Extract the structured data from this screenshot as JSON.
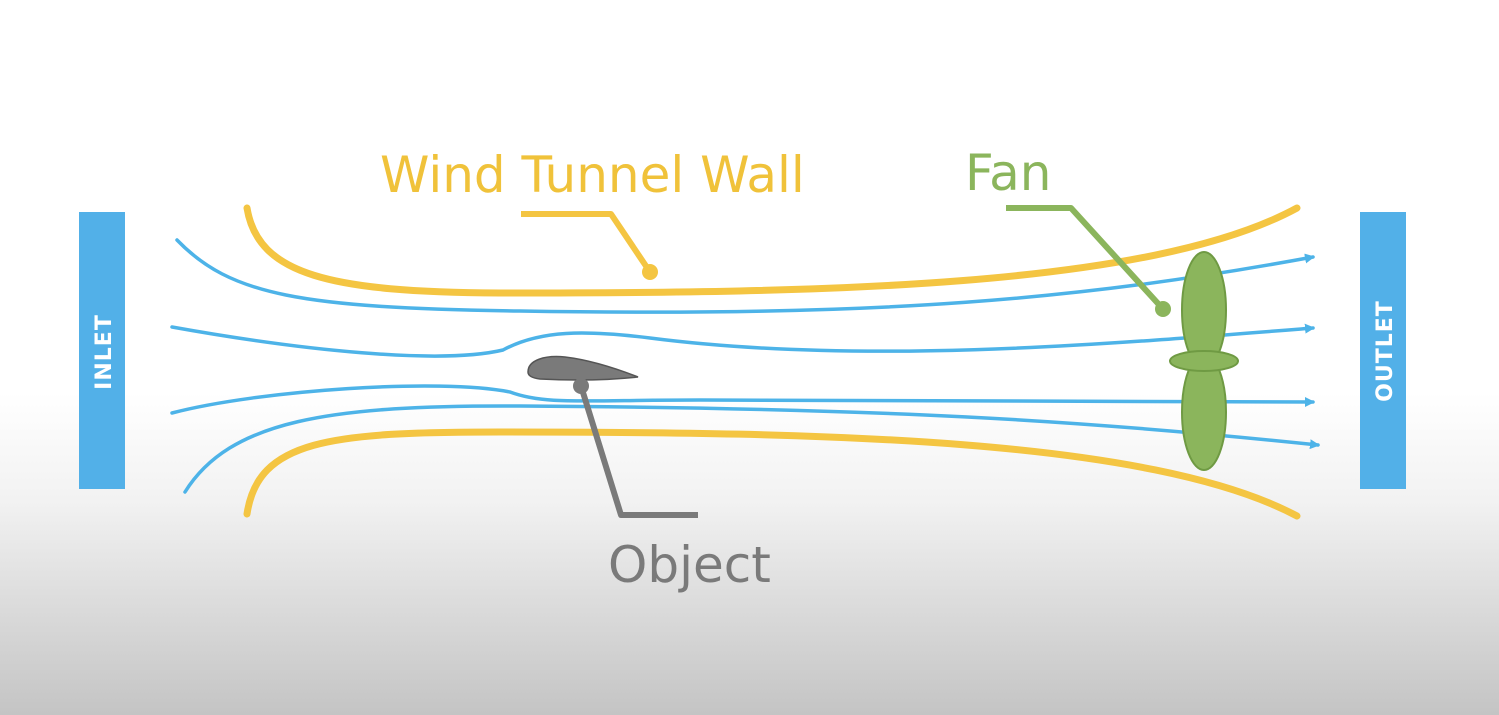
{
  "labels": {
    "inlet": "INLET",
    "outlet": "OUTLET",
    "wall": "Wind Tunnel Wall",
    "fan": "Fan",
    "object": "Object"
  },
  "colors": {
    "flow": "#4db3e8",
    "panel": "#52b0e8",
    "wall": "#f4c542",
    "wall_text": "#f0c23a",
    "fan": "#8bb55c",
    "fan_stroke": "#6f9a43",
    "object": "#7a7a7a",
    "object_text": "#7a7a7a"
  }
}
